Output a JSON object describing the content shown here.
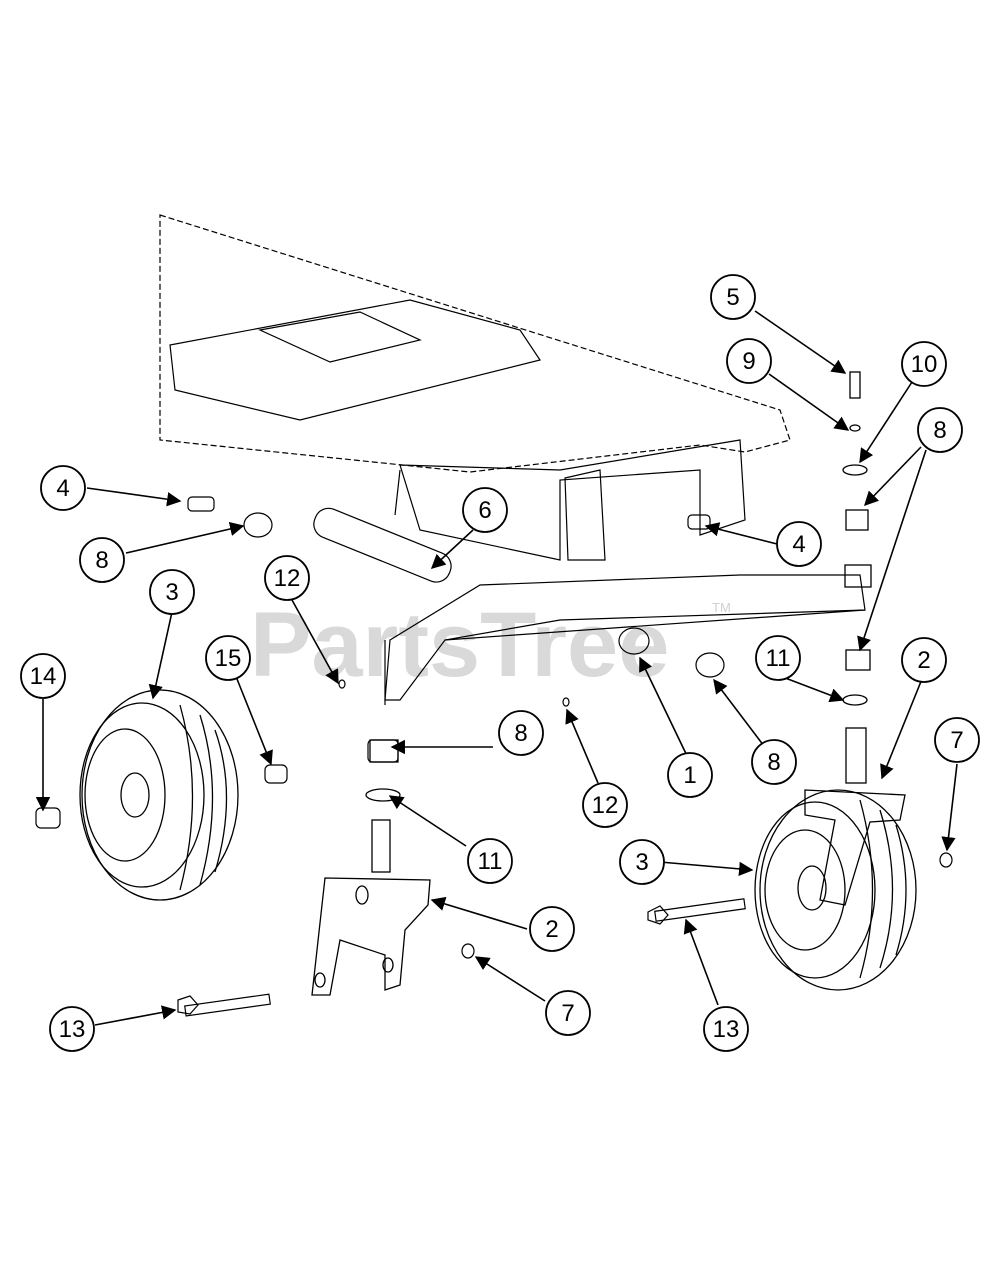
{
  "watermark": {
    "brand": "PartsTree",
    "trademark": "TM"
  },
  "callouts": [
    {
      "id": "c1",
      "label": "1"
    },
    {
      "id": "c2a",
      "label": "2"
    },
    {
      "id": "c2b",
      "label": "2"
    },
    {
      "id": "c3a",
      "label": "3"
    },
    {
      "id": "c3b",
      "label": "3"
    },
    {
      "id": "c4a",
      "label": "4"
    },
    {
      "id": "c4b",
      "label": "4"
    },
    {
      "id": "c5",
      "label": "5"
    },
    {
      "id": "c6",
      "label": "6"
    },
    {
      "id": "c7a",
      "label": "7"
    },
    {
      "id": "c7b",
      "label": "7"
    },
    {
      "id": "c8a",
      "label": "8"
    },
    {
      "id": "c8b",
      "label": "8"
    },
    {
      "id": "c8c",
      "label": "8"
    },
    {
      "id": "c8d",
      "label": "8"
    },
    {
      "id": "c9",
      "label": "9"
    },
    {
      "id": "c10",
      "label": "10"
    },
    {
      "id": "c11a",
      "label": "11"
    },
    {
      "id": "c11b",
      "label": "11"
    },
    {
      "id": "c12a",
      "label": "12"
    },
    {
      "id": "c12b",
      "label": "12"
    },
    {
      "id": "c13a",
      "label": "13"
    },
    {
      "id": "c13b",
      "label": "13"
    },
    {
      "id": "c14",
      "label": "14"
    },
    {
      "id": "c15",
      "label": "15"
    }
  ]
}
